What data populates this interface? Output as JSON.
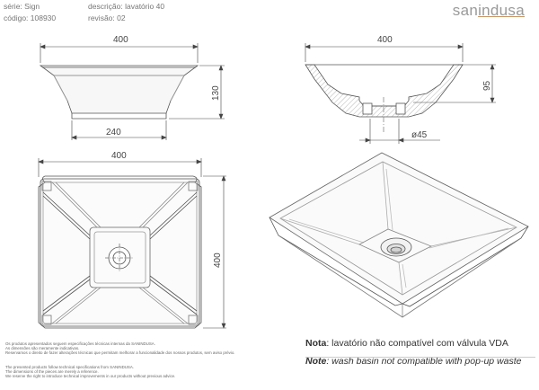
{
  "header": {
    "serie": "série: Sign",
    "codigo": "código: 108930",
    "descricao": "descrição: lavatório 40",
    "revisao": "revisão: 02"
  },
  "logo": {
    "pre": "san",
    "mid": "indusa",
    "post": ""
  },
  "dimensions": {
    "top_width": "400",
    "base_width": "240",
    "height": "130",
    "section_width": "400",
    "section_height": "95",
    "drain": "ø45",
    "plan_width": "400",
    "plan_depth": "400"
  },
  "disclaimer": {
    "pt1": "Os produtos apresentados seguem especificações técnicas internas da SANINDUSA.",
    "pt2": "As dimensões são meramente indicativas.",
    "pt3": "Reservamos o direito de fazer alterações técnicas que permitam melhorar a funcionalidade dos nossos produtos, sem aviso prévio.",
    "en1": "The presented products follow technical specifications from SANINDUSA.",
    "en2": "The dimensions of the pieces are merely a reference.",
    "en3": "We reserve the right to introduce technical improvements in our products without previous advice."
  },
  "notes": {
    "pt_label": "Nota",
    "pt_text": ": lavatório não compatível com válvula VDA",
    "en_label": "Note",
    "en_text": ": wash basin not compatible with pop-up waste"
  }
}
